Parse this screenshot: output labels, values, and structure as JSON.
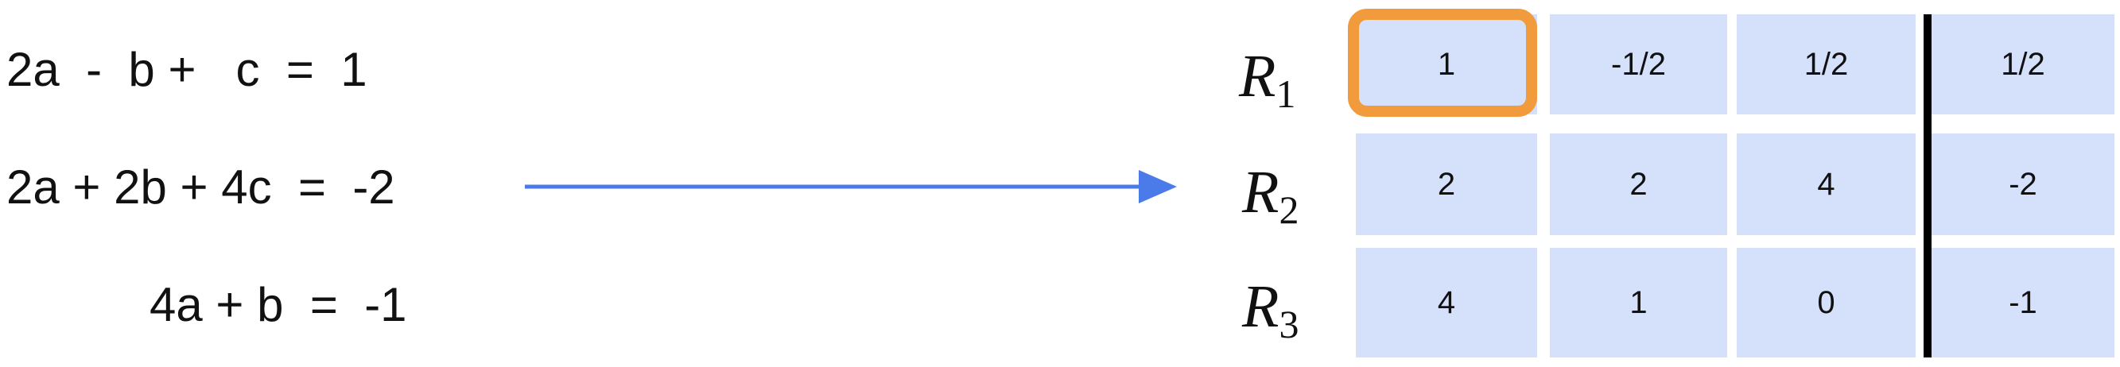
{
  "equations": [
    "2a  -  b +   c  =  1",
    "2a + 2b + 4c  =  -2",
    "4a + b  =  -1"
  ],
  "row_labels": [
    {
      "letter": "R",
      "index": "1"
    },
    {
      "letter": "R",
      "index": "2"
    },
    {
      "letter": "R",
      "index": "3"
    }
  ],
  "matrix": {
    "rows": [
      [
        "1",
        "-1/2",
        "1/2",
        "1/2"
      ],
      [
        "2",
        "2",
        "4",
        "-2"
      ],
      [
        "4",
        "1",
        "0",
        "-1"
      ]
    ],
    "highlighted_cell": {
      "row": 0,
      "col": 0
    }
  },
  "colors": {
    "arrow": "#4a7be8",
    "cell_fill": "#d5e0fb",
    "highlight_border": "#f19b3c",
    "divider": "#000000"
  }
}
